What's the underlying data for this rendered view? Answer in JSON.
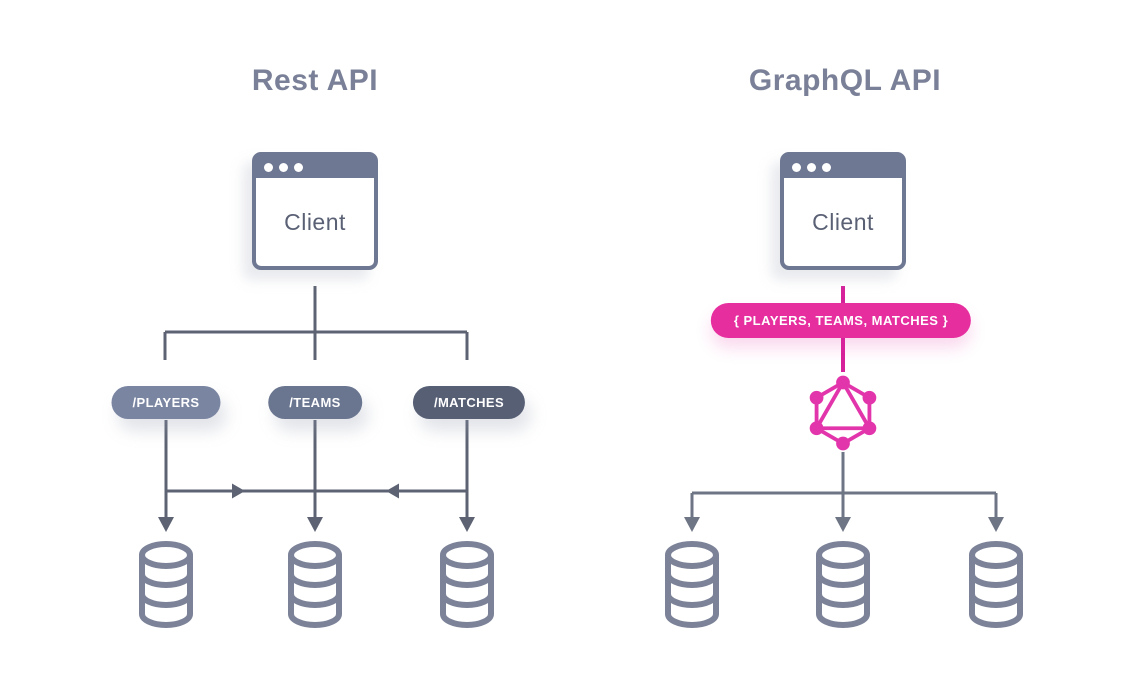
{
  "diagram": {
    "left": {
      "title": "Rest API",
      "client_label": "Client",
      "endpoints": [
        "/PLAYERS",
        "/TEAMS",
        "/MATCHES"
      ]
    },
    "right": {
      "title": "GraphQL API",
      "client_label": "Client",
      "query_label": "{ PLAYERS, TEAMS, MATCHES }"
    }
  },
  "icons": {
    "client_window": "browser-window",
    "graphql_logo": "graphql-hexagon-triangle",
    "database": "database-cylinder"
  },
  "colors": {
    "accent_pink": "#E62E9F",
    "accent_pink_line": "#D6219B",
    "slate_window": "#6E7892",
    "slate_title": "#7A8097",
    "pill_players": "#7A85A2",
    "pill_teams": "#6A7590",
    "pill_matches": "#575F75",
    "line_left": "#5D6373",
    "line_right": "#6E7584",
    "db_outline": "#7C8298",
    "background": "#FFFFFF"
  }
}
